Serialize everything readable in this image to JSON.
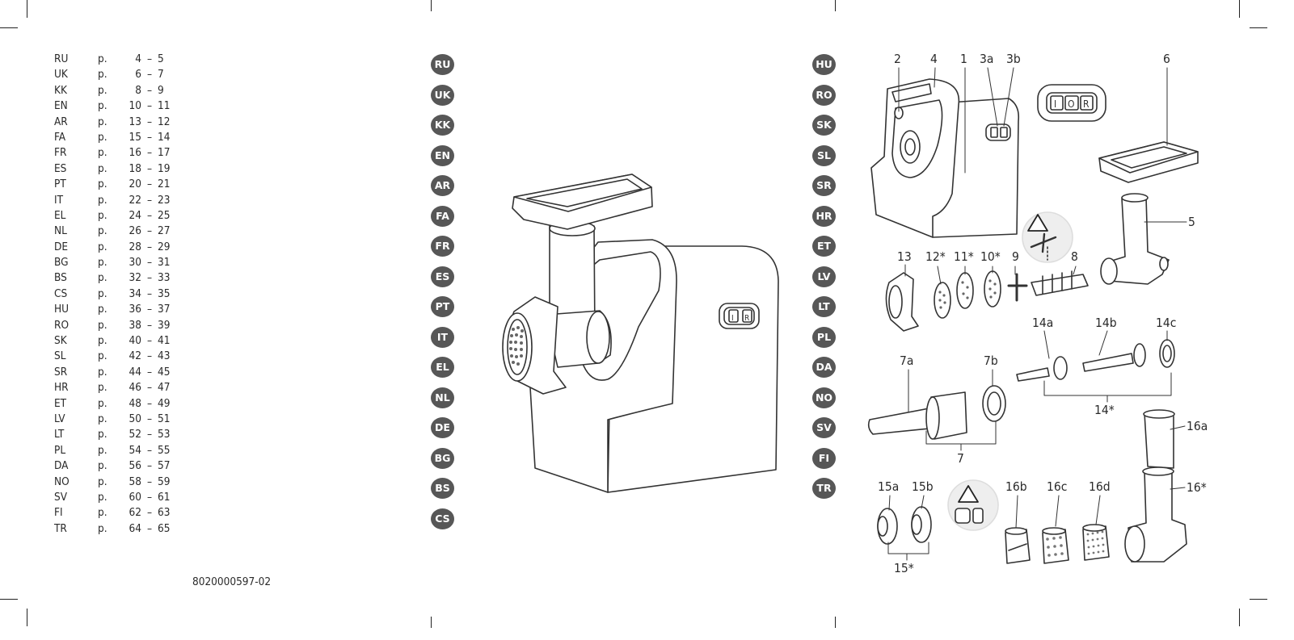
{
  "contents": [
    {
      "code": "RU",
      "p": "p.",
      "from": "4",
      "dash": "–",
      "to": "5"
    },
    {
      "code": "UK",
      "p": "p.",
      "from": "6",
      "dash": "–",
      "to": "7"
    },
    {
      "code": "KK",
      "p": "p.",
      "from": "8",
      "dash": "–",
      "to": "9"
    },
    {
      "code": "EN",
      "p": "p.",
      "from": "10",
      "dash": "–",
      "to": "11"
    },
    {
      "code": "AR",
      "p": "p.",
      "from": "13",
      "dash": "–",
      "to": "12"
    },
    {
      "code": "FA",
      "p": "p.",
      "from": "15",
      "dash": "–",
      "to": "14"
    },
    {
      "code": "FR",
      "p": "p.",
      "from": "16",
      "dash": "–",
      "to": "17"
    },
    {
      "code": "ES",
      "p": "p.",
      "from": "18",
      "dash": "–",
      "to": "19"
    },
    {
      "code": "PT",
      "p": "p.",
      "from": "20",
      "dash": "–",
      "to": "21"
    },
    {
      "code": "IT",
      "p": "p.",
      "from": "22",
      "dash": "–",
      "to": "23"
    },
    {
      "code": "EL",
      "p": "p.",
      "from": "24",
      "dash": "–",
      "to": "25"
    },
    {
      "code": "NL",
      "p": "p.",
      "from": "26",
      "dash": "–",
      "to": "27"
    },
    {
      "code": "DE",
      "p": "p.",
      "from": "28",
      "dash": "–",
      "to": "29"
    },
    {
      "code": "BG",
      "p": "p.",
      "from": "30",
      "dash": "–",
      "to": "31"
    },
    {
      "code": "BS",
      "p": "p.",
      "from": "32",
      "dash": "–",
      "to": "33"
    },
    {
      "code": "CS",
      "p": "p.",
      "from": "34",
      "dash": "–",
      "to": "35"
    },
    {
      "code": "HU",
      "p": "p.",
      "from": "36",
      "dash": "–",
      "to": "37"
    },
    {
      "code": "RO",
      "p": "p.",
      "from": "38",
      "dash": "–",
      "to": "39"
    },
    {
      "code": "SK",
      "p": "p.",
      "from": "40",
      "dash": "–",
      "to": "41"
    },
    {
      "code": "SL",
      "p": "p.",
      "from": "42",
      "dash": "–",
      "to": "43"
    },
    {
      "code": "SR",
      "p": "p.",
      "from": "44",
      "dash": "–",
      "to": "45"
    },
    {
      "code": "HR",
      "p": "p.",
      "from": "46",
      "dash": "–",
      "to": "47"
    },
    {
      "code": "ET",
      "p": "p.",
      "from": "48",
      "dash": "–",
      "to": "49"
    },
    {
      "code": "LV",
      "p": "p.",
      "from": "50",
      "dash": "–",
      "to": "51"
    },
    {
      "code": "LT",
      "p": "p.",
      "from": "52",
      "dash": "–",
      "to": "53"
    },
    {
      "code": "PL",
      "p": "p.",
      "from": "54",
      "dash": "–",
      "to": "55"
    },
    {
      "code": "DA",
      "p": "p.",
      "from": "56",
      "dash": "–",
      "to": "57"
    },
    {
      "code": "NO",
      "p": "p.",
      "from": "58",
      "dash": "–",
      "to": "59"
    },
    {
      "code": "SV",
      "p": "p.",
      "from": "60",
      "dash": "–",
      "to": "61"
    },
    {
      "code": "FI",
      "p": "p.",
      "from": "62",
      "dash": "–",
      "to": "63"
    },
    {
      "code": "TR",
      "p": "p.",
      "from": "64",
      "dash": "–",
      "to": "65"
    }
  ],
  "reference_code": "8020000597-02",
  "badges_left": [
    "RU",
    "UK",
    "KK",
    "EN",
    "AR",
    "FA",
    "FR",
    "ES",
    "PT",
    "IT",
    "EL",
    "NL",
    "DE",
    "BG",
    "BS",
    "CS"
  ],
  "badges_right": [
    "HU",
    "RO",
    "SK",
    "SL",
    "SR",
    "HR",
    "ET",
    "LV",
    "LT",
    "PL",
    "DA",
    "NO",
    "SV",
    "FI",
    "TR"
  ],
  "badge_color": "#575757",
  "switch_symbols": {
    "left": "I",
    "mid": "O",
    "right": "R"
  },
  "part_labels": {
    "p2": "2",
    "p4": "4",
    "p1": "1",
    "p3a": "3a",
    "p3b": "3b",
    "p6": "6",
    "p5": "5",
    "p13": "13",
    "p12": "12*",
    "p11": "11*",
    "p10": "10*",
    "p9": "9",
    "p8": "8",
    "p14a": "14a",
    "p14b": "14b",
    "p14c": "14c",
    "p14": "14*",
    "p7a": "7a",
    "p7b": "7b",
    "p7": "7",
    "p16a": "16a",
    "p15a": "15a",
    "p15b": "15b",
    "p16b": "16b",
    "p16c": "16c",
    "p16d": "16d",
    "p16": "16*",
    "p15": "15*"
  }
}
